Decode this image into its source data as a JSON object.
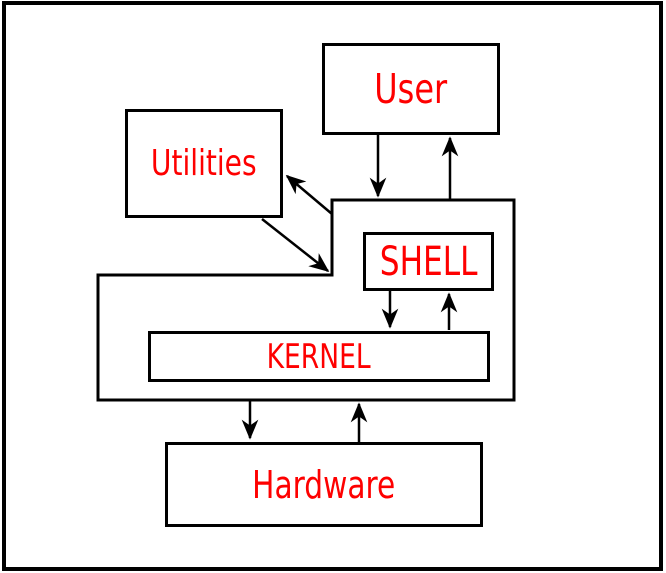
{
  "nodes": {
    "user": {
      "label": "User"
    },
    "utilities": {
      "label": "Utilities"
    },
    "shell": {
      "label": "SHELL"
    },
    "kernel": {
      "label": "KERNEL"
    },
    "hardware": {
      "label": "Hardware"
    }
  },
  "edges": [
    {
      "from": "User",
      "to": "shell-container",
      "direction": "down"
    },
    {
      "from": "shell-container",
      "to": "User",
      "direction": "up"
    },
    {
      "from": "shell-container",
      "to": "Utilities",
      "direction": "diagonal-up-left"
    },
    {
      "from": "Utilities",
      "to": "shell-container",
      "direction": "diagonal-down-right"
    },
    {
      "from": "SHELL",
      "to": "KERNEL",
      "direction": "down"
    },
    {
      "from": "KERNEL",
      "to": "SHELL",
      "direction": "up"
    },
    {
      "from": "shell-container",
      "to": "Hardware",
      "direction": "down"
    },
    {
      "from": "Hardware",
      "to": "shell-container",
      "direction": "up"
    }
  ],
  "colors": {
    "label": "#fe0000",
    "line": "#000000",
    "background": "#ffffff"
  }
}
